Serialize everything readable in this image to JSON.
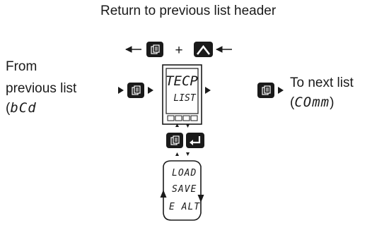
{
  "header": {
    "title": "Return to previous list header"
  },
  "left": {
    "line1": "From",
    "line2": "previous list",
    "line3_prefix": "(",
    "line3_code": "bCd"
  },
  "right": {
    "line1": "To next list",
    "line2_prefix": "(",
    "line2_code": "COmm",
    "line2_suffix": ")"
  },
  "controls": {
    "plus": "+"
  },
  "display": {
    "top_text": "TECP",
    "bottom_text": "LIST"
  },
  "options": [
    "LOAD",
    "SAVE",
    "E ALT"
  ],
  "icons": {
    "page": "page-icon",
    "up": "up-arrow-icon",
    "enter": "enter-icon"
  },
  "colors": {
    "ink": "#1a1a1a",
    "key_fill": "#1a1a1a",
    "key_glyph": "#ffffff"
  }
}
